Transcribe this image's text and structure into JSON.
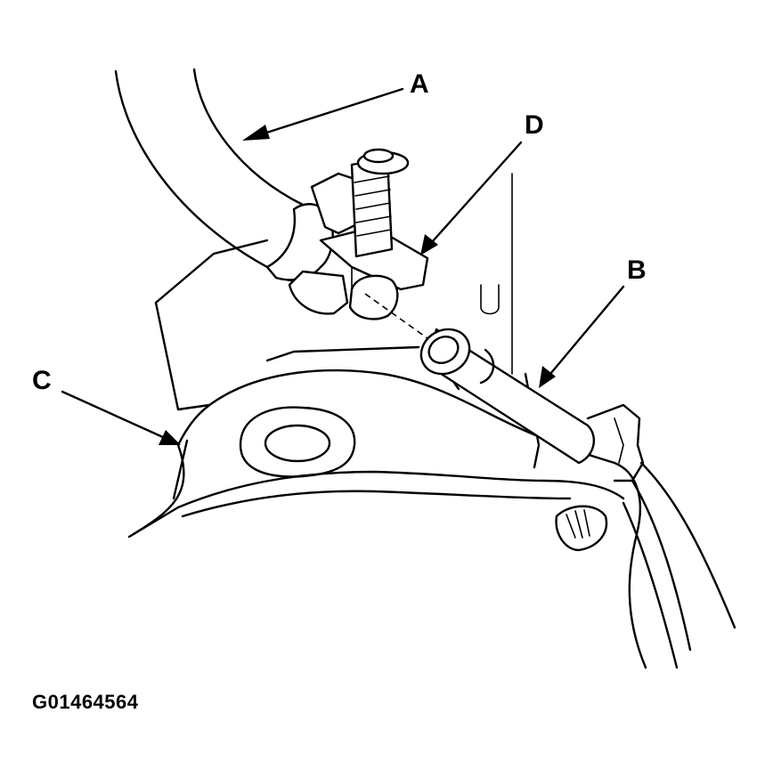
{
  "callouts": [
    {
      "id": "A",
      "label": "A"
    },
    {
      "id": "B",
      "label": "B"
    },
    {
      "id": "C",
      "label": "C"
    },
    {
      "id": "D",
      "label": "D"
    }
  ],
  "figure_id": "G01464564"
}
